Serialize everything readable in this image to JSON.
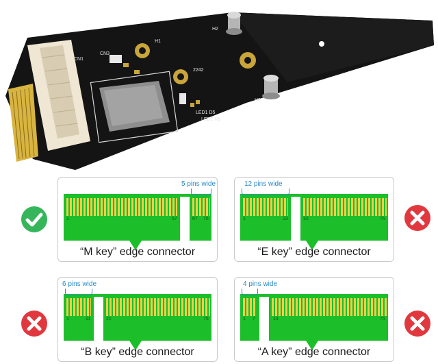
{
  "panels": [
    {
      "caption": "“M key” edge connector",
      "width_label": "5 pins wide",
      "pins": [
        "1",
        "57",
        "67",
        "75"
      ],
      "status": "compatible"
    },
    {
      "caption": "“E key” edge connector",
      "width_label": "12 pins wide",
      "pins": [
        "1",
        "23",
        "32",
        "75"
      ],
      "status": "incompatible"
    },
    {
      "caption": "“B key” edge connector",
      "width_label": "6 pins wide",
      "pins": [
        "1",
        "11",
        "21",
        "75"
      ],
      "status": "incompatible"
    },
    {
      "caption": "“A key” edge connector",
      "width_label": "4 pins wide",
      "pins": [
        "1",
        "7",
        "14",
        "75"
      ],
      "status": "incompatible"
    }
  ],
  "board": {
    "silkscreen": [
      "CN1",
      "CN3",
      "H1",
      "H2",
      "H3",
      "2242",
      "LED1 D5",
      "LED2 R6"
    ]
  },
  "colors": {
    "pcb": "#141414",
    "gold": "#e2c04a",
    "card_green": "#1cbf2a",
    "check_green": "#35b65a",
    "cross_red": "#e0383e",
    "label_blue": "#2a8ac9"
  }
}
